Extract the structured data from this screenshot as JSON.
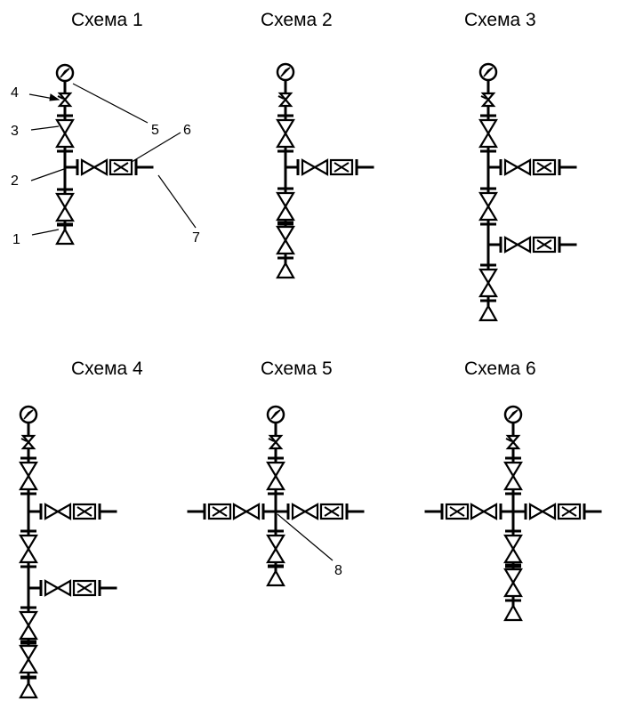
{
  "schemes": [
    {
      "title": "Схема 1"
    },
    {
      "title": "Схема 2"
    },
    {
      "title": "Схема 3"
    },
    {
      "title": "Схема 4"
    },
    {
      "title": "Схема 5"
    },
    {
      "title": "Схема 6"
    }
  ],
  "callouts": [
    "1",
    "2",
    "3",
    "4",
    "5",
    "6",
    "7",
    "8"
  ],
  "colors": {
    "line": "#000000",
    "background": "#ffffff"
  }
}
